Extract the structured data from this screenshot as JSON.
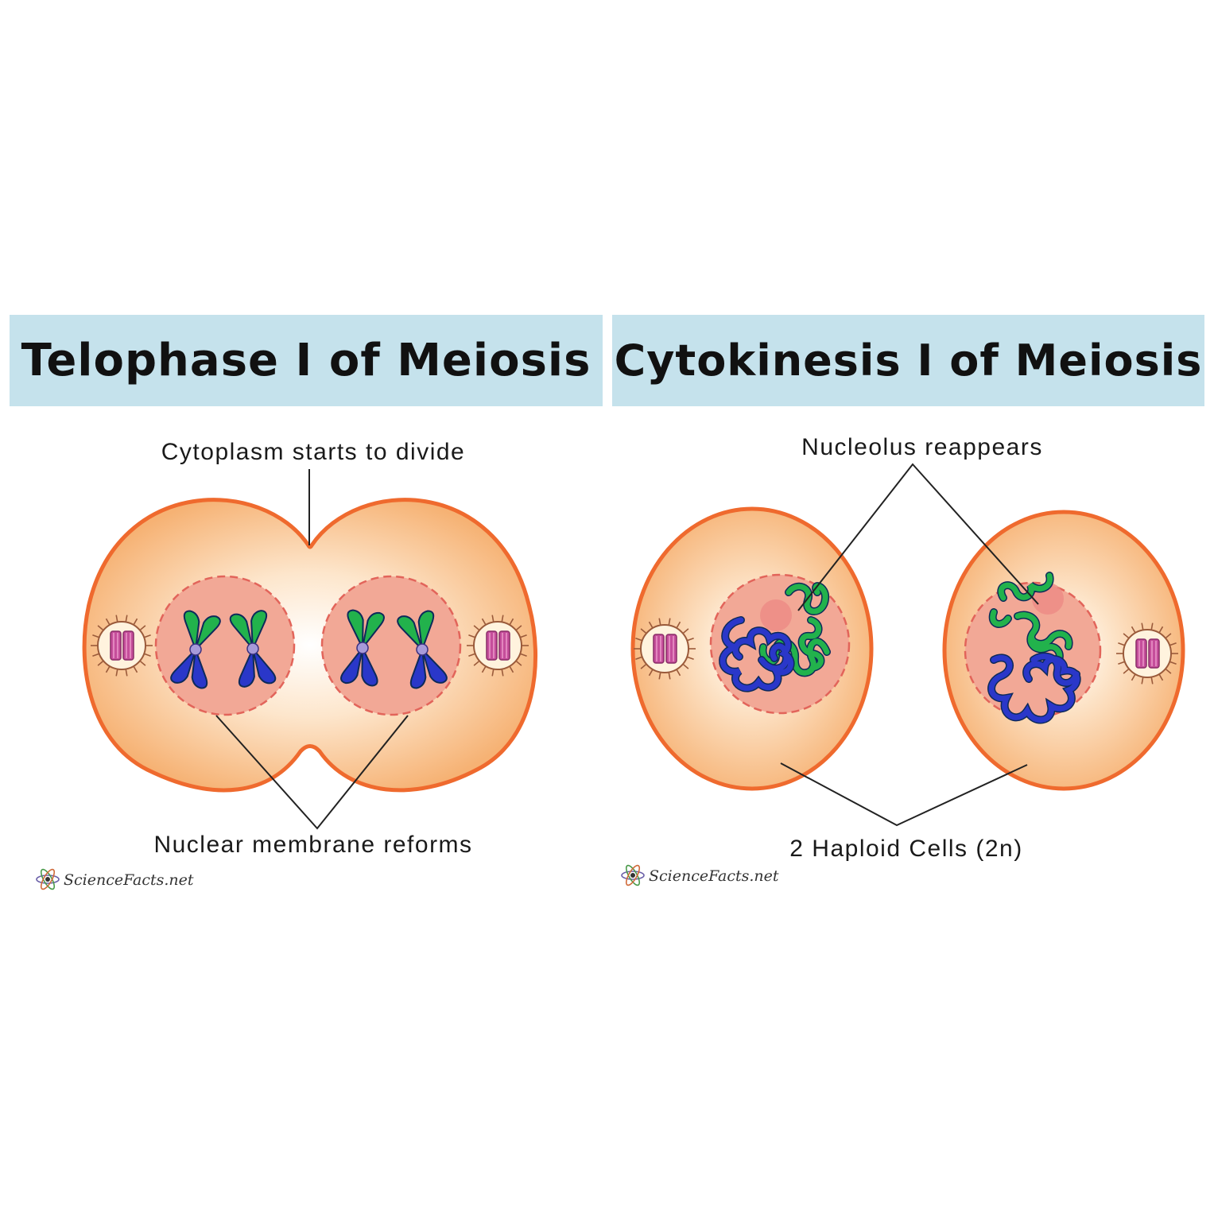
{
  "panels": [
    {
      "title": "Telophase I of Meiosis",
      "labels": {
        "top": "Cytoplasm starts to divide",
        "bottom": "Nuclear membrane reforms"
      },
      "watermark": "ScienceFacts.net"
    },
    {
      "title": "Cytokinesis I of Meiosis",
      "labels": {
        "top": "Nucleolus reappears",
        "bottom": "2 Haploid Cells (2n)"
      },
      "watermark": "ScienceFacts.net"
    }
  ],
  "colors": {
    "header_bg": "#c5e2ec",
    "cell_outline": "#ef6a2e",
    "cytoplasm": "#f8bb80",
    "nucleus": "#f2a896",
    "chromatid_green": "#22b24c",
    "chromatid_blue": "#2a37c9",
    "centriole": "#c54e9b",
    "nucleolus": "#ec8a84"
  }
}
